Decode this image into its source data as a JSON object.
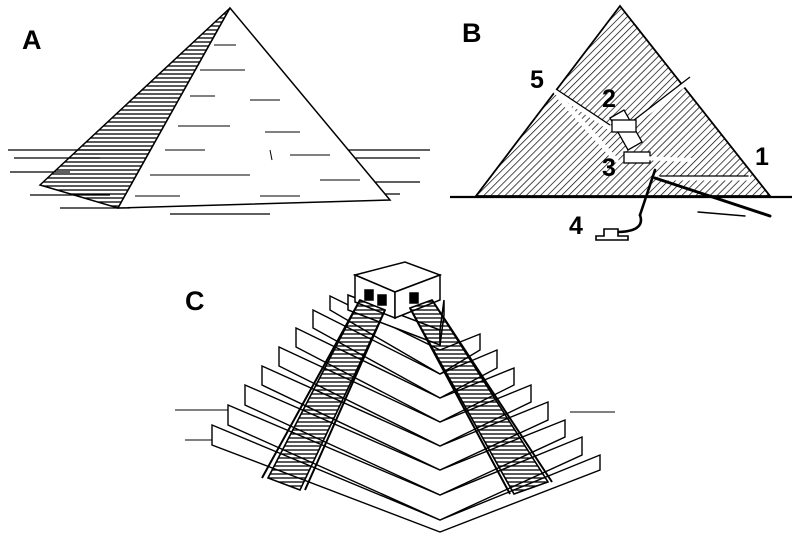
{
  "panels": {
    "a": {
      "letter": "A"
    },
    "b": {
      "letter": "B"
    },
    "c": {
      "letter": "C"
    }
  },
  "callouts": [
    "1",
    "2",
    "3",
    "4",
    "5"
  ],
  "colors": {
    "ink": "#000000",
    "paper": "#ffffff"
  }
}
